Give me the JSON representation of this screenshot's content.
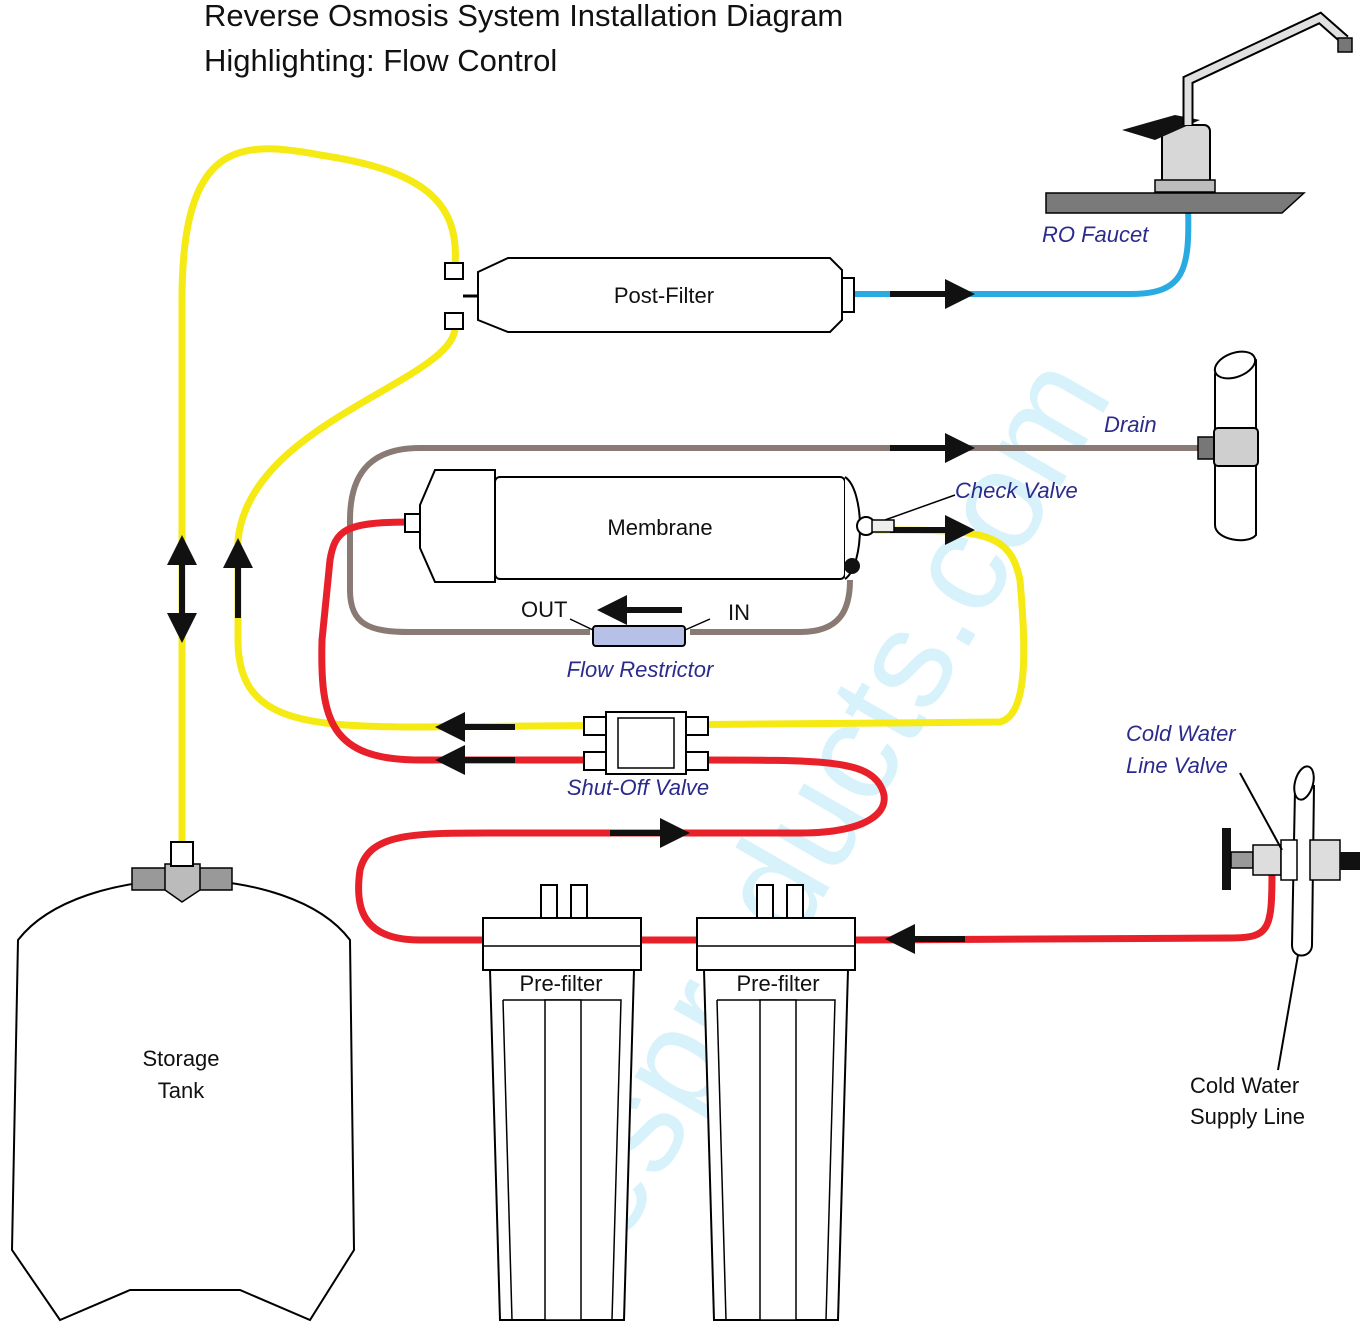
{
  "title": {
    "line1": "Reverse Osmosis System Installation Diagram",
    "line2": "Highlighting:  Flow Control"
  },
  "labels": {
    "post_filter": "Post-Filter",
    "ro_faucet": "RO Faucet",
    "drain": "Drain",
    "check_valve": "Check Valve",
    "membrane": "Membrane",
    "out": "OUT",
    "in": "IN",
    "flow_restrictor": "Flow Restrictor",
    "shut_off_valve": "Shut-Off Valve",
    "cold_water_line_valve_1": "Cold Water",
    "cold_water_line_valve_2": "Line Valve",
    "cold_water_supply_1": "Cold Water",
    "cold_water_supply_2": "Supply Line",
    "storage_tank_1": "Storage",
    "storage_tank_2": "Tank",
    "pre_filter_1": "Pre-filter",
    "pre_filter_2": "Pre-filter"
  },
  "watermark": "esproducts.com",
  "colors": {
    "product_water_tube": "#f5ea14",
    "feed_water_tube": "#e8202a",
    "drain_tube": "#8a7a74",
    "faucet_tube": "#29abe2",
    "label_italic": "#2b2b8c"
  }
}
